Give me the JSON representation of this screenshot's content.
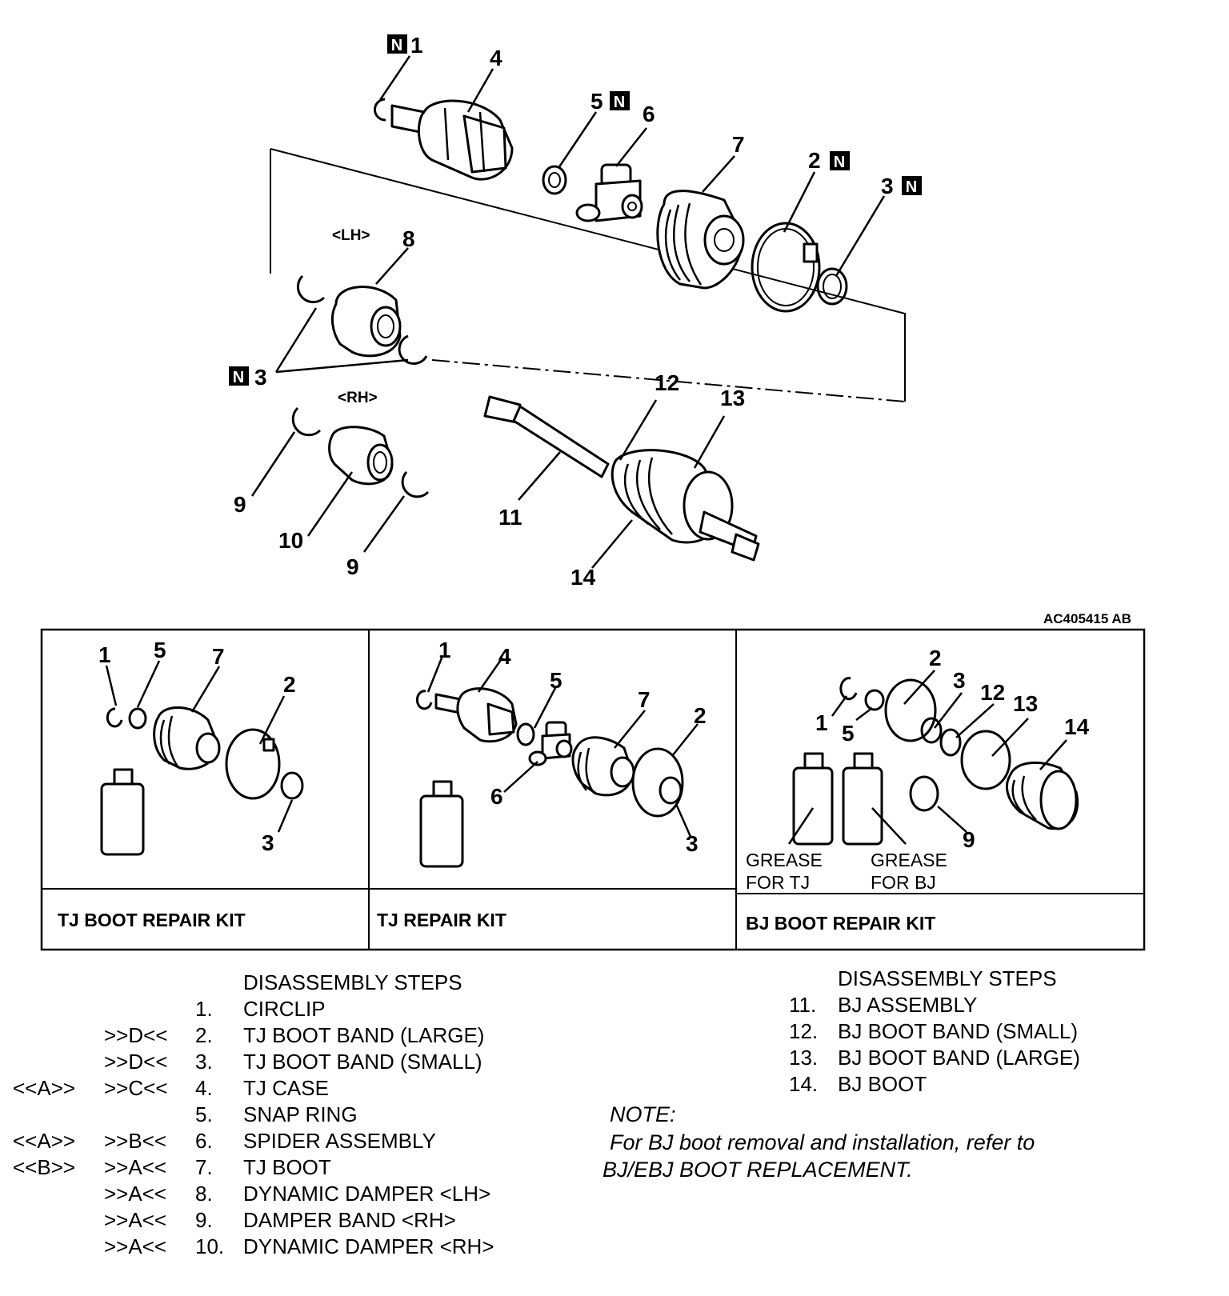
{
  "figure_code": "AC405415 AB",
  "top_labels": {
    "lh": "<LH>",
    "rh": "<RH>",
    "n": "N",
    "p1": "1",
    "p2": "2",
    "p3": "3",
    "p4": "4",
    "p5": "5",
    "p6": "6",
    "p7": "7",
    "p8": "8",
    "p9": "9",
    "p10": "10",
    "p11": "11",
    "p12": "12",
    "p13": "13",
    "p14": "14"
  },
  "kits": [
    {
      "name": "TJ BOOT REPAIR KIT"
    },
    {
      "name": "TJ REPAIR KIT"
    },
    {
      "name": "BJ BOOT REPAIR KIT",
      "grease_tj": [
        "GREASE",
        "FOR TJ"
      ],
      "grease_bj": [
        "GREASE",
        "FOR BJ"
      ]
    }
  ],
  "steps_left": {
    "heading": "DISASSEMBLY STEPS",
    "rows": [
      {
        "a": "",
        "b": "",
        "num": "1.",
        "text": "CIRCLIP"
      },
      {
        "a": "",
        "b": ">>D<<",
        "num": "2.",
        "text": "TJ BOOT BAND (LARGE)"
      },
      {
        "a": "",
        "b": ">>D<<",
        "num": "3.",
        "text": "TJ BOOT BAND (SMALL)"
      },
      {
        "a": "<<A>>",
        "b": ">>C<<",
        "num": "4.",
        "text": "TJ CASE"
      },
      {
        "a": "",
        "b": "",
        "num": "5.",
        "text": "SNAP RING"
      },
      {
        "a": "<<A>>",
        "b": ">>B<<",
        "num": "6.",
        "text": "SPIDER ASSEMBLY"
      },
      {
        "a": "<<B>>",
        "b": ">>A<<",
        "num": "7.",
        "text": "TJ BOOT"
      },
      {
        "a": "",
        "b": ">>A<<",
        "num": "8.",
        "text": "DYNAMIC DAMPER <LH>"
      },
      {
        "a": "",
        "b": ">>A<<",
        "num": "9.",
        "text": "DAMPER BAND <RH>"
      },
      {
        "a": "",
        "b": ">>A<<",
        "num": "10.",
        "text": "DYNAMIC DAMPER <RH>"
      }
    ]
  },
  "steps_right": {
    "heading": "DISASSEMBLY STEPS",
    "rows": [
      {
        "num": "11.",
        "text": "BJ ASSEMBLY"
      },
      {
        "num": "12.",
        "text": "BJ BOOT BAND (SMALL)"
      },
      {
        "num": "13.",
        "text": "BJ BOOT BAND (LARGE)"
      },
      {
        "num": "14.",
        "text": "BJ BOOT"
      }
    ]
  },
  "note": {
    "title": "NOTE:",
    "line1": "For BJ boot removal and installation, refer to",
    "line2": "BJ/EBJ BOOT REPLACEMENT."
  }
}
